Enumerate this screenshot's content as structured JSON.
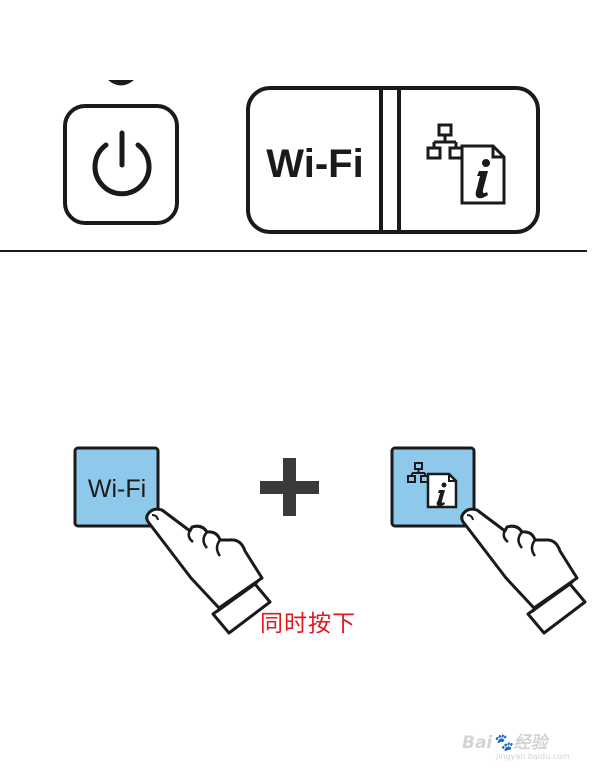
{
  "panel": {
    "power_icon": "power-icon",
    "wifi_label": "Wi-Fi",
    "info_icon": "network-status-info-icon"
  },
  "steps": {
    "wifi_button_label": "Wi-Fi",
    "info_button_icon": "network-status-info-icon",
    "plus_icon": "plus-icon",
    "hand_icon": "pointing-hand-icon",
    "caption": "同时按下"
  },
  "watermark": {
    "brand": "Bai",
    "suffix": "经验",
    "url": "jingyan.baidu.com"
  },
  "colors": {
    "line": "#1a1a1a",
    "button_fill": "#8ec8ea",
    "plus": "#3a3a3a",
    "caption": "#e0191e",
    "watermark": "#d4d4d4"
  }
}
